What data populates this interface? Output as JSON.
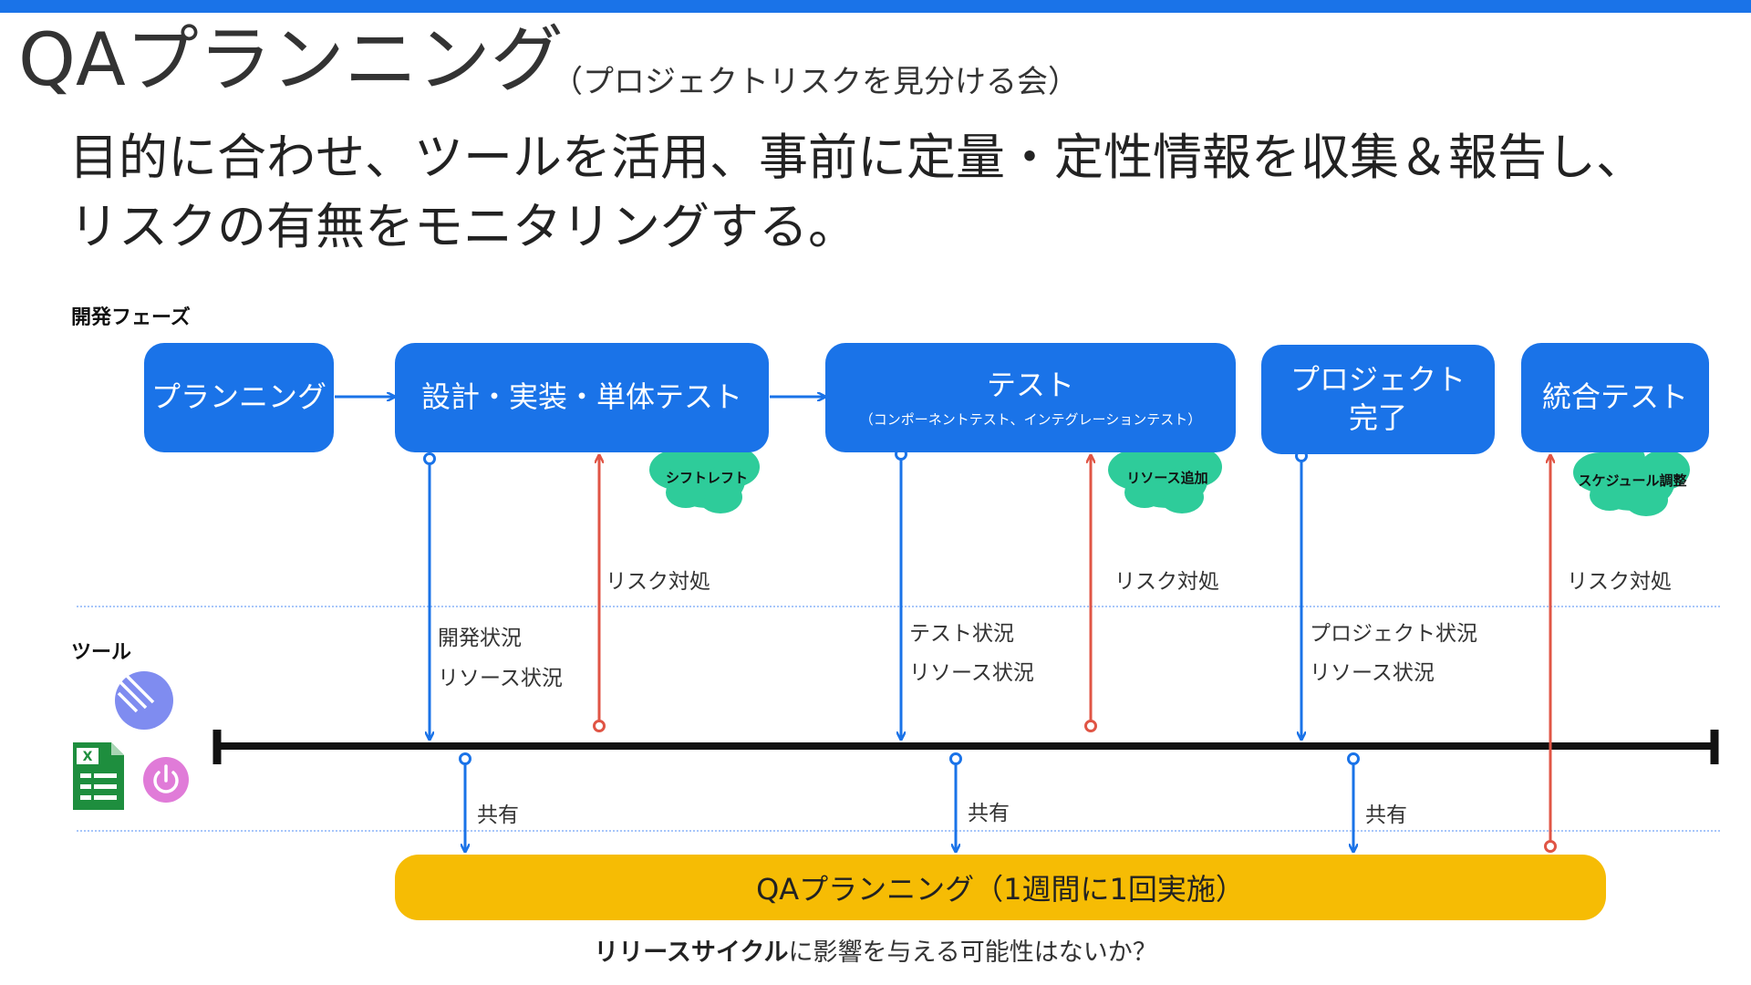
{
  "title": {
    "main": "QAプランニング",
    "sub": "（プロジェクトリスクを見分ける会）"
  },
  "headline": {
    "line1": "目的に合わせ、ツールを活用、事前に定量・定性情報を収集＆報告し、",
    "line2": "リスクの有無をモニタリングする。"
  },
  "sections": {
    "phases": "開発フェーズ",
    "tools": "ツール"
  },
  "phases": [
    {
      "label": "プランニング"
    },
    {
      "label": "設計・実装・単体テスト"
    },
    {
      "label": "テスト",
      "sub": "（コンポーネントテスト、インテグレーションテスト）"
    },
    {
      "label": "プロジェクト\n完了"
    },
    {
      "label": "統合テスト"
    }
  ],
  "clouds": [
    "シフトレフト",
    "リソース追加",
    "スケジュール調整"
  ],
  "risk_label": "リスク対処",
  "status": {
    "dev": [
      "開発状況",
      "リソース状況"
    ],
    "test": [
      "テスト状況",
      "リソース状況"
    ],
    "project": [
      "プロジェクト状況",
      "リソース状況"
    ]
  },
  "share_label": "共有",
  "tools": [
    "linear-icon",
    "spreadsheet-icon",
    "power-icon"
  ],
  "qa_bar": "QAプランニング（1週間に1回実施）",
  "question": {
    "bold": "リリースサイクル",
    "rest": "に影響を与える可能性はないか？"
  },
  "colors": {
    "blue": "#1a73e8",
    "red": "#e05545",
    "cloud": "#2ecc9a",
    "yellow": "#f6bc04",
    "timeline": "#111111"
  }
}
